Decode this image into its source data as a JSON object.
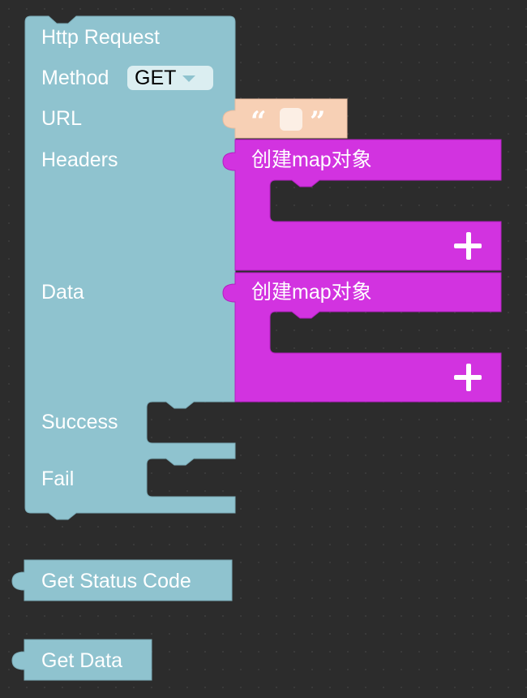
{
  "http_block": {
    "title": "Http Request",
    "method_label": "Method",
    "method_value": "GET",
    "url_label": "URL",
    "headers_label": "Headers",
    "data_label": "Data",
    "success_label": "Success",
    "fail_label": "Fail"
  },
  "string_block": {
    "open_quote": "“",
    "close_quote": "”",
    "value": ""
  },
  "map_blocks": [
    {
      "label": "创建map对象",
      "add_icon": "plus-icon"
    },
    {
      "label": "创建map对象",
      "add_icon": "plus-icon"
    }
  ],
  "status_block": {
    "label": "Get Status Code"
  },
  "data_block": {
    "label": "Get Data"
  },
  "colors": {
    "http_block": "#8fc3cf",
    "map_block": "#d233e0",
    "string_block": "#f7d0b5",
    "workspace": "#2c2c2c"
  }
}
